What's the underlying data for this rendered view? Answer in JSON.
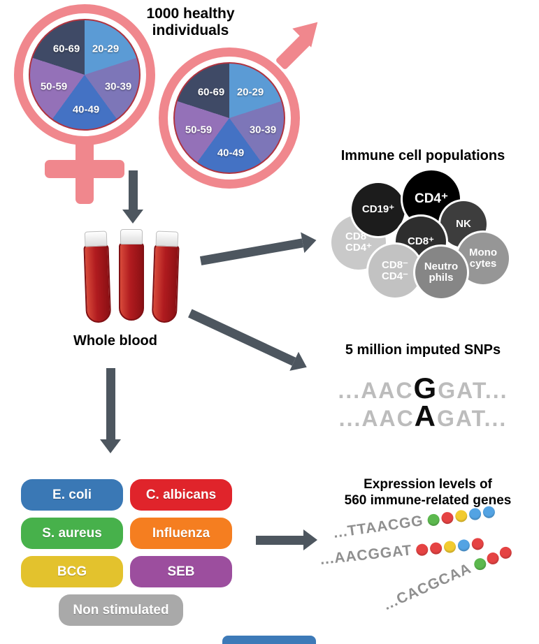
{
  "header": {
    "line1": "1000 healthy",
    "line2": "individuals"
  },
  "age_pie": {
    "slices": [
      {
        "label": "20-29",
        "color": "#5b9bd5"
      },
      {
        "label": "30-39",
        "color": "#7d76b8"
      },
      {
        "label": "40-49",
        "color": "#4472c4"
      },
      {
        "label": "50-59",
        "color": "#9471b8"
      },
      {
        "label": "60-69",
        "color": "#3f4a66"
      }
    ],
    "symbol_color": "#f0878d"
  },
  "blood": {
    "label": "Whole blood"
  },
  "immune": {
    "title": "Immune cell populations",
    "cells": [
      {
        "label": "CD19⁺",
        "color": "#1c1c1c"
      },
      {
        "label": "CD4⁺",
        "color": "#000000"
      },
      {
        "label": "NK",
        "color": "#3d3d3d"
      },
      {
        "label": "CD8⁺",
        "color": "#2e2e2e"
      },
      {
        "label": "CD8⁺\nCD4⁺",
        "color": "#c9c9c9"
      },
      {
        "label": "Mono\ncytes",
        "color": "#969696"
      },
      {
        "label": "CD8⁻\nCD4⁻",
        "color": "#c2c2c2"
      },
      {
        "label": "Neutro\nphils",
        "color": "#868686"
      }
    ]
  },
  "snps": {
    "title": "5 million imputed SNPs",
    "seq1": {
      "pre": "...AAC",
      "variant": "G",
      "post": "GAT..."
    },
    "seq2": {
      "pre": "...AAC",
      "variant": "A",
      "post": "GAT..."
    }
  },
  "stimuli": {
    "items": [
      {
        "label": "E. coli",
        "color": "#3a78b5"
      },
      {
        "label": "C. albicans",
        "color": "#e0242b"
      },
      {
        "label": "S. aureus",
        "color": "#47b14b"
      },
      {
        "label": "Influenza",
        "color": "#f57e20"
      },
      {
        "label": "BCG",
        "color": "#e3c22d"
      },
      {
        "label": "SEB",
        "color": "#9c4e9e"
      },
      {
        "label": "Non stimulated",
        "color": "#a9a9a9"
      }
    ]
  },
  "expression": {
    "title_line1": "Expression levels of",
    "title_line2": "560 immune-related genes",
    "rows": [
      {
        "seq": "...TTAACGG",
        "dots": [
          "#5cb84e",
          "#e54343",
          "#f2cb30",
          "#53a3e3",
          "#53a3e3"
        ]
      },
      {
        "seq": "...AACGGAT",
        "dots": [
          "#e54343",
          "#e54343",
          "#f2cb30",
          "#53a3e3",
          "#e54343"
        ]
      },
      {
        "seq": "...CACGCAA",
        "dots": [
          "#5cb84e",
          "#e54343",
          "#e54343"
        ]
      }
    ]
  },
  "colors": {
    "arrow_gray": "#4d565f",
    "blue_bar": "#3d7ab8"
  }
}
